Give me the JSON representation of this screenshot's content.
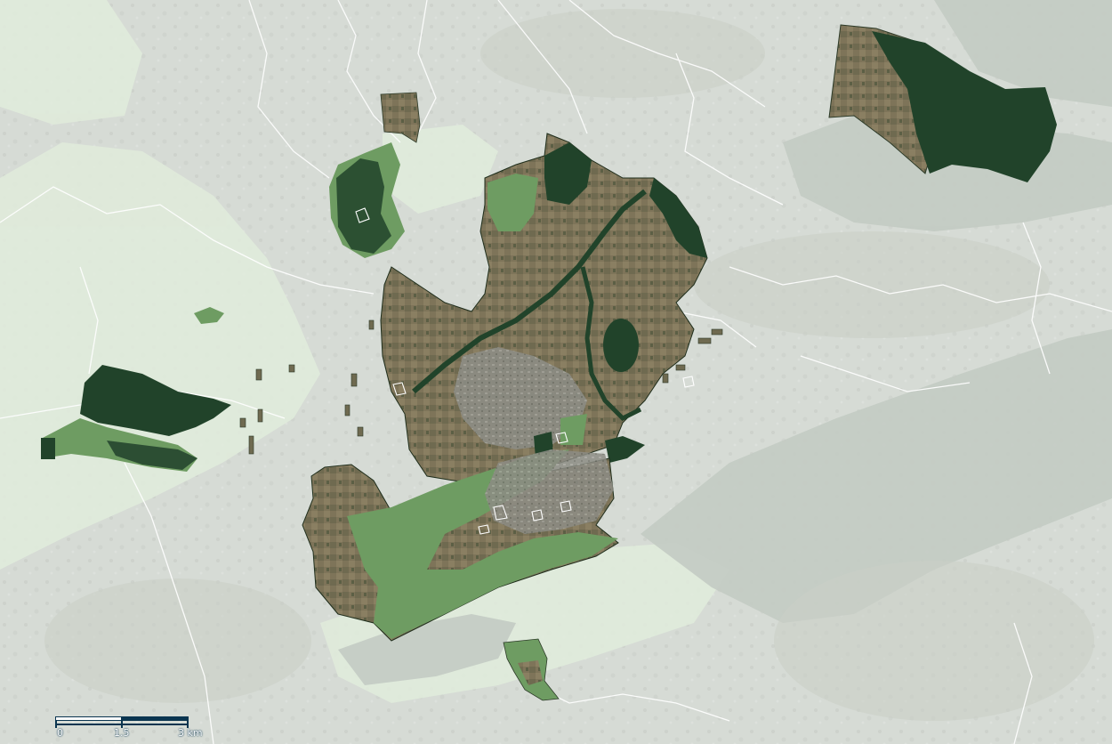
{
  "map": {
    "colors": {
      "basemap": "#d6dbd5",
      "basemap_texture": "#c9cfc7",
      "lowland_tint": "#e1ecdc",
      "water_tint": "#c3cbc3",
      "reserve_light": "#6e9c62",
      "reserve_dark": "#21432a",
      "farmland": "#7e7459",
      "urban": "#8c8c84",
      "roads": "#ffffff",
      "scale_bar": "#0a3550"
    },
    "scale_bar": {
      "labels": [
        "0",
        "1.5",
        "3 km"
      ]
    }
  }
}
